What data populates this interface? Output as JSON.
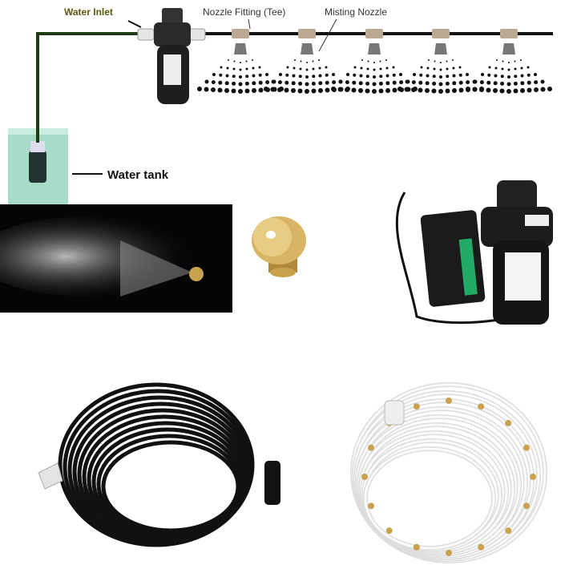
{
  "diagram": {
    "water_inlet_label": "Water Inlet",
    "nozzle_fitting_label": "Nozzle Fitting (Tee)",
    "misting_nozzle_label": "Misting Nozzle",
    "water_tank_label": "Water tank"
  },
  "colors": {
    "inlet_pipe": "#1f3d12",
    "tank_water": "#9fd9c4",
    "brass": "#c9a24e",
    "white_hose": "#eeeeee",
    "black_hose": "#111111"
  }
}
